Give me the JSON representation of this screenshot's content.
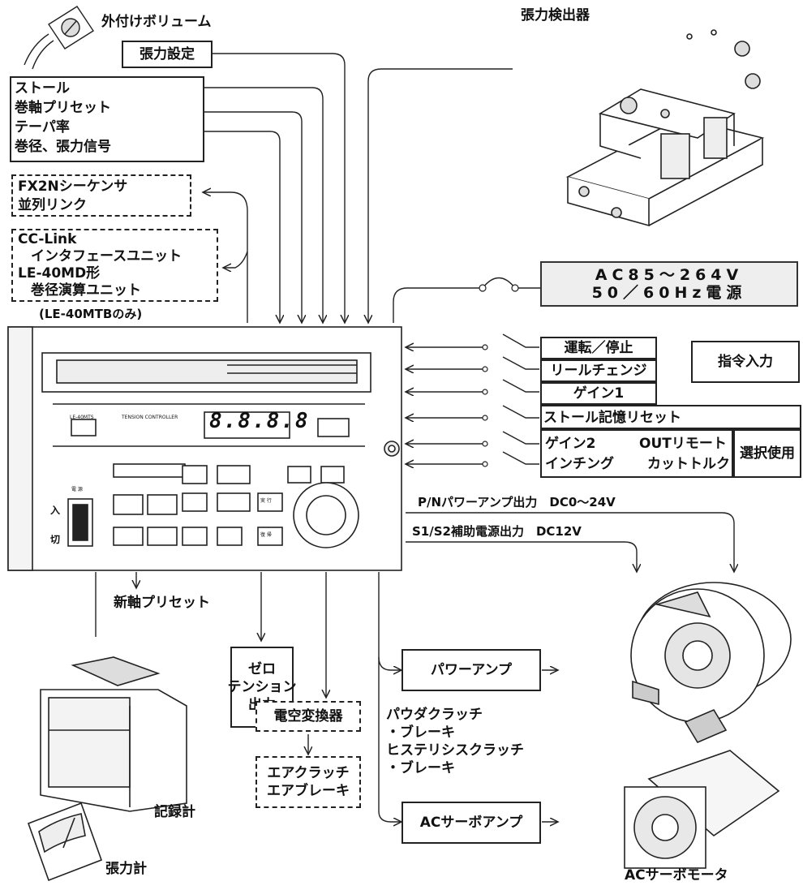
{
  "title": {
    "external_volume": "外付けボリューム",
    "tension_setting": "張力設定",
    "tension_detector": "張力検出器",
    "ac_power_line1": "AC85～264V",
    "ac_power_line2": "50／60Hz電源"
  },
  "inputs": {
    "analog_lines": [
      "ストール",
      "巻軸プリセット",
      "テーパ率",
      "巻径、張力信号"
    ],
    "fx2n_line1": "FX2Nシーケンサ",
    "fx2n_line2": "並列リンク",
    "cclink_line1": "CC-Link",
    "cclink_line2": "インタフェースユニット",
    "le40md_line1": "LE-40MD形",
    "le40md_line2": "巻径演算ユニット",
    "le40mtb_only": "(LE-40MTBのみ)"
  },
  "command_inputs": {
    "items": [
      "運転／停止",
      "リールチェンジ",
      "ゲイン1",
      "ストール記憶リセット"
    ],
    "gain2": "ゲイン2",
    "inching": "インチング",
    "out_remote": "OUTリモート",
    "cut_torque": "カットトルク",
    "select_use": "選択使用",
    "command_input": "指令入力"
  },
  "outputs": {
    "pn_power_amp": "P/Nパワーアンプ出力　DC0～24V",
    "s1s2_aux": "S1/S2補助電源出力　DC12V",
    "new_shaft_preset": "新軸プリセット",
    "zero_tension": "ゼロ\nテンション\n出力",
    "power_amp": "パワーアンプ",
    "powder_clutch": "パウダクラッチ\n・ブレーキ\nヒステリシスクラッチ\n・ブレーキ",
    "ac_servo_amp": "ACサーボアンプ",
    "ep_converter": "電空変換器",
    "air_clutch": "エアクラッチ\nエアブレーキ",
    "recorder": "記録計",
    "tension_meter": "張力計",
    "ac_servo_motor": "ACサーボモータ"
  },
  "controller": {
    "model": "LE-40MTS",
    "name": "TENSION CONTROLLER",
    "display": "8.8.8.8",
    "power_label": "電 源",
    "on_label": "入",
    "off_label": "切",
    "execute_label": "実 行",
    "return_label": "復 帰"
  }
}
